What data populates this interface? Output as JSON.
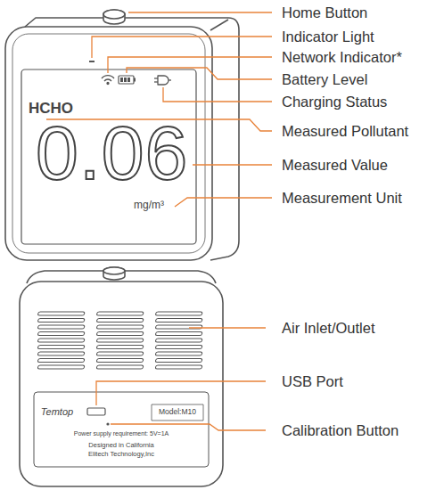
{
  "diagram": {
    "labels": [
      "Home Button",
      "Indicator Light",
      "Network Indicator*",
      "Battery Level",
      "Charging Status",
      "Measured Pollutant",
      "Measured Value",
      "Measurement Unit",
      "Air Inlet/Outlet",
      "USB Port",
      "Calibration Button",
      "HCHO",
      "0.06",
      "mg/m³",
      "Temtop",
      "Model:M10",
      "Power supply requirement: 5V=1A",
      "Designed in California",
      "Elitech Technology,Inc"
    ]
  }
}
